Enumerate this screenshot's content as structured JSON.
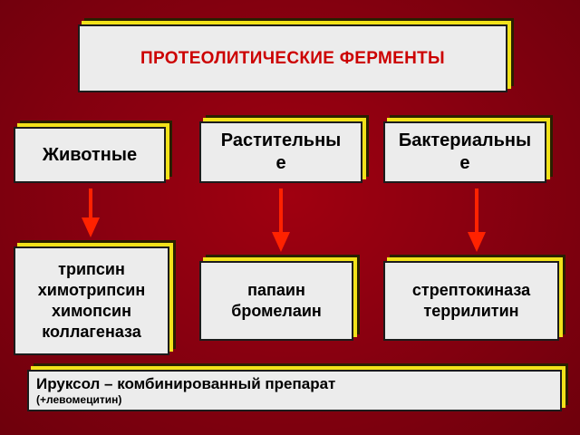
{
  "title": "ПРОТЕОЛИТИЧЕСКИЕ  ФЕРМЕНТЫ",
  "categories": [
    {
      "label_lines": [
        "Животные"
      ]
    },
    {
      "label_lines": [
        "Растительны",
        "е"
      ]
    },
    {
      "label_lines": [
        "Бактериальны",
        "е"
      ]
    }
  ],
  "items": [
    {
      "lines": [
        "трипсин",
        "химотрипсин",
        "химопсин",
        "коллагеназа"
      ]
    },
    {
      "lines": [
        "папаин",
        "бромелаин"
      ]
    },
    {
      "lines": [
        "стрептокиназа",
        "террилитин"
      ]
    }
  ],
  "note": {
    "main": "Ируксол – комбинированный препарат",
    "sub": "(+левомецитин)"
  },
  "colors": {
    "background": "#8a0010",
    "box_fill": "#ececec",
    "box_shadow": "#f2e21a",
    "title_text": "#cc0000",
    "arrow": "#ff2200"
  }
}
